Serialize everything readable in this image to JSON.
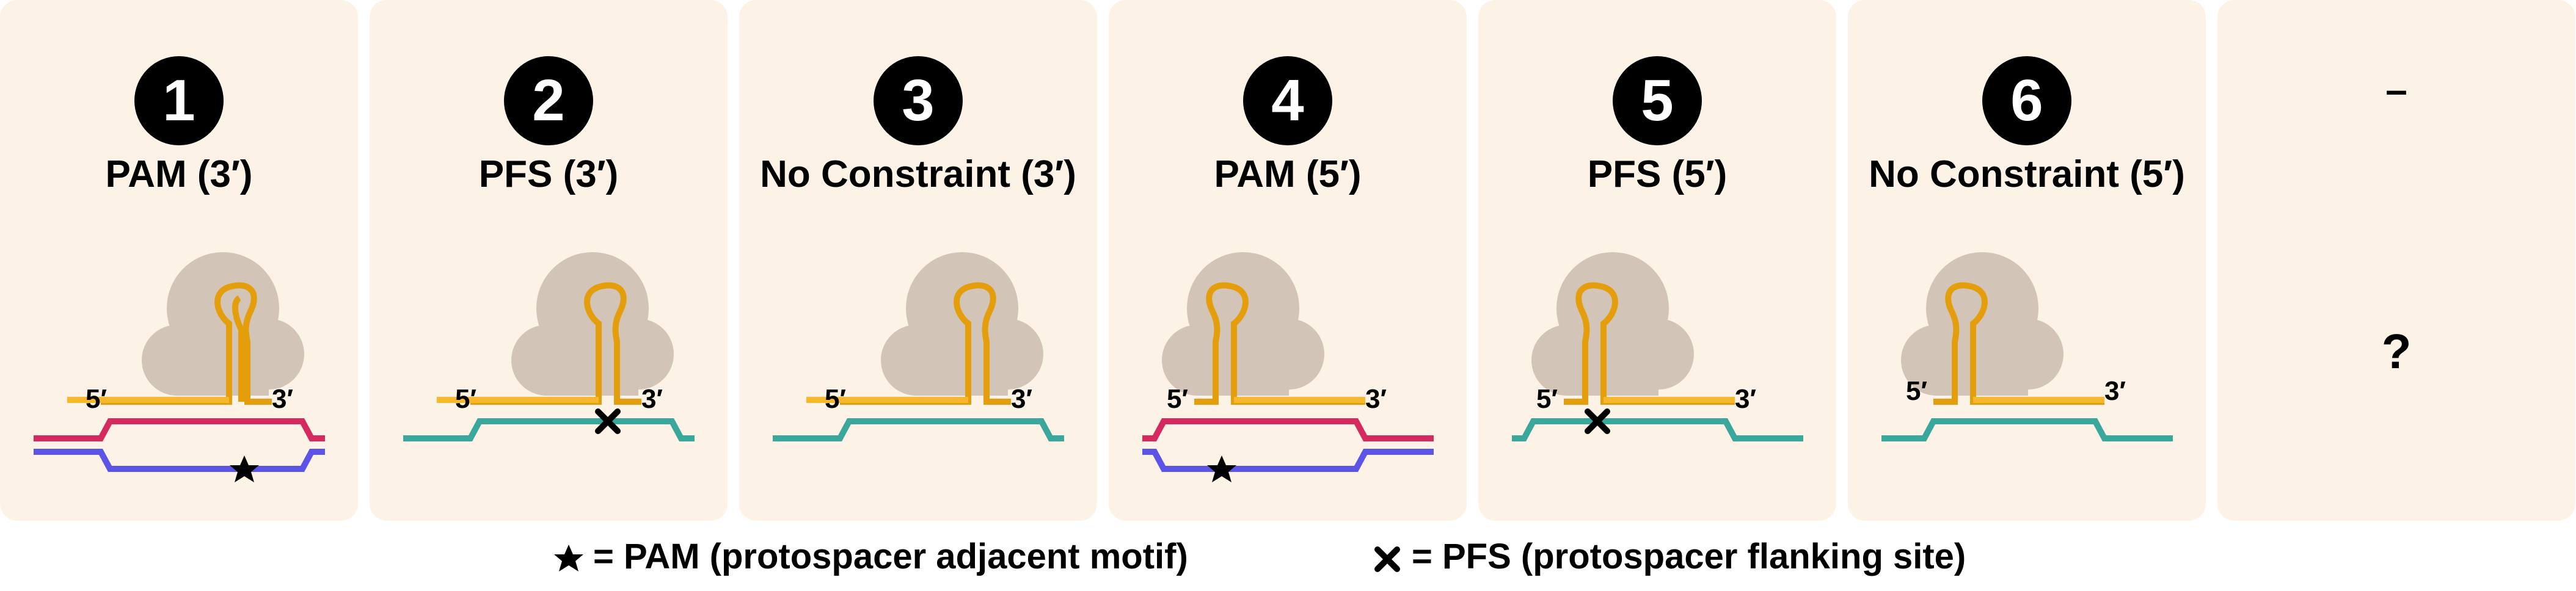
{
  "colors": {
    "panel": "#fdf2e6",
    "cloud": "#d2c5b8",
    "crrna": "#e49e0c",
    "guide": "#f8b82e",
    "target_dsDNA_top": "#d52a60",
    "target_dsDNA_bottom": "#5b54e6",
    "target_ssRNA": "#3aa79c"
  },
  "panels": [
    {
      "number": "1",
      "title": "PAM (3′)",
      "five_prime": "5′",
      "three_prime": "3′"
    },
    {
      "number": "2",
      "title": "PFS (3′)",
      "five_prime": "5′",
      "three_prime": "3′"
    },
    {
      "number": "3",
      "title": "No Constraint (3′)",
      "five_prime": "5′",
      "three_prime": "3′"
    },
    {
      "number": "4",
      "title": "PAM (5′)",
      "five_prime": "5′",
      "three_prime": "3′"
    },
    {
      "number": "5",
      "title": "PFS (5′)",
      "five_prime": "5′",
      "three_prime": "3′"
    },
    {
      "number": "6",
      "title": "No Constraint (5′)",
      "five_prime": "5′",
      "three_prime": "3′"
    },
    {
      "number": "–",
      "title": "?"
    }
  ],
  "legend": {
    "pam": "= PAM (protospacer adjacent motif)",
    "pfs": "= PFS (protospacer flanking site)",
    "pam_icon": "star-icon",
    "pfs_icon": "cross-icon"
  }
}
